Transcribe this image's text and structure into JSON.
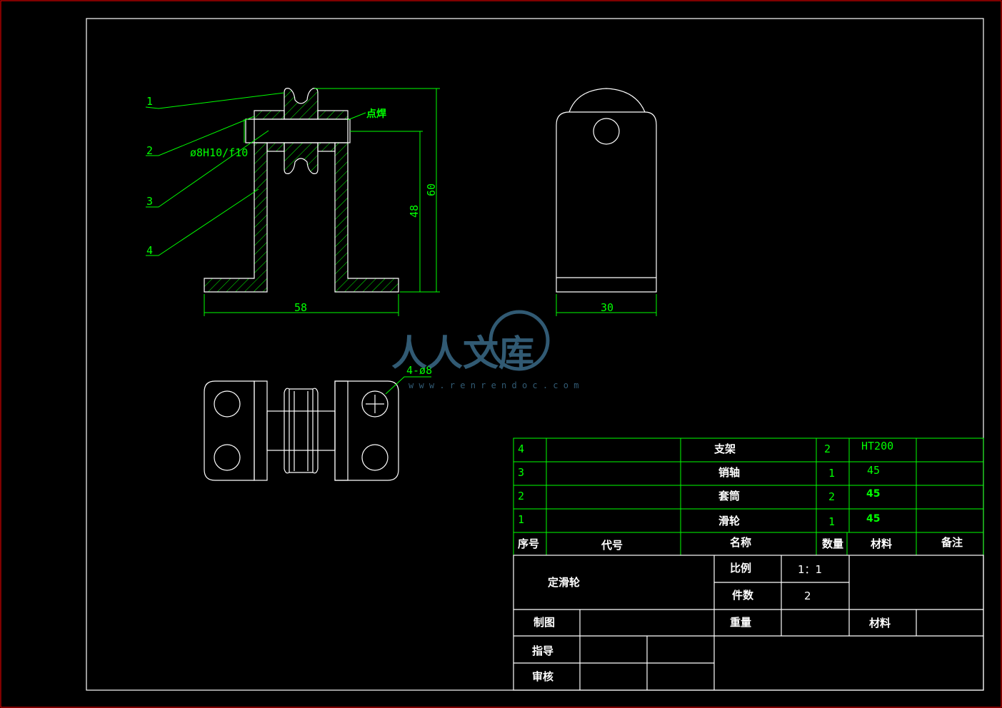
{
  "drawing": {
    "callouts": [
      "1",
      "2",
      "3",
      "4"
    ],
    "annotation_weld": "点焊",
    "annotation_fit": "ø8H10/f10",
    "dim_width_front": "58",
    "dim_height_total": "60",
    "dim_height_axle": "48",
    "dim_width_side": "30",
    "dim_holes": "4-ø8"
  },
  "watermark": {
    "text": "人人文库",
    "url": "w w w . r e n r e n d o c . c o m"
  },
  "parts_list": {
    "rows": [
      {
        "no": "4",
        "code": "",
        "name": "支架",
        "qty": "2",
        "material": "HT200",
        "note": ""
      },
      {
        "no": "3",
        "code": "",
        "name": "销轴",
        "qty": "1",
        "material": "45",
        "note": ""
      },
      {
        "no": "2",
        "code": "",
        "name": "套筒",
        "qty": "2",
        "material": "45",
        "note": ""
      },
      {
        "no": "1",
        "code": "",
        "name": "滑轮",
        "qty": "1",
        "material": "45",
        "note": ""
      }
    ],
    "header": {
      "no": "序号",
      "code": "代号",
      "name": "名称",
      "qty": "数量",
      "material": "材料",
      "note": "备注"
    }
  },
  "title_block": {
    "title": "定滑轮",
    "scale_label": "比例",
    "scale_value": "1：1",
    "count_label": "件数",
    "count_value": "2",
    "drawn_label": "制图",
    "weight_label": "重量",
    "material_label": "材料",
    "guide_label": "指导",
    "review_label": "审核"
  },
  "colors": {
    "line": "#ffffff",
    "annotation": "#00ff00",
    "border": "#ff0000",
    "watermark": "#3a6a88"
  }
}
